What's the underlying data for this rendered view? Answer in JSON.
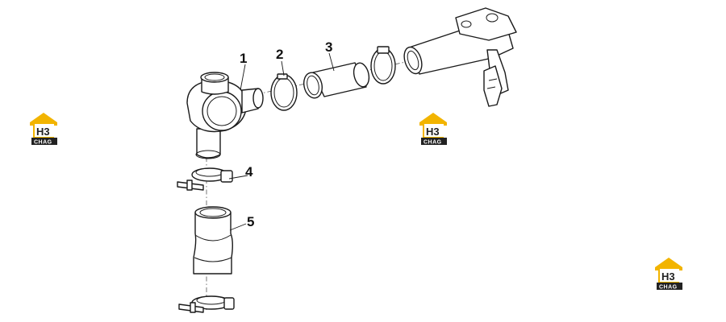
{
  "callouts": {
    "c1": "1",
    "c2": "2",
    "c3": "3",
    "c4": "4",
    "c5": "5"
  },
  "watermark": {
    "mark": "H3",
    "sub": "CHAG",
    "accent": "#f2b400"
  }
}
